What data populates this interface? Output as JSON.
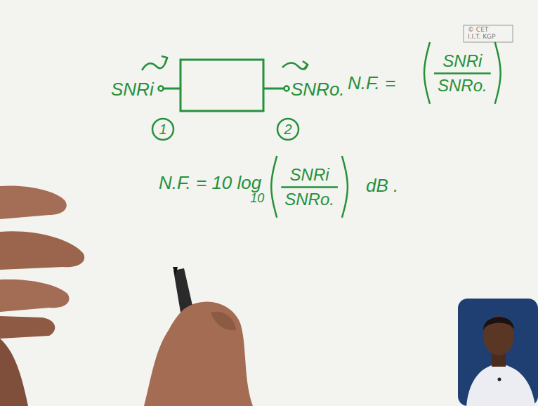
{
  "diagram": {
    "labels": [
      "SNRi",
      "1",
      "SNRo.",
      "2",
      "N.F. =",
      "SNRi",
      "SNRo.",
      "N.F. = 10 log",
      "10",
      "SNRi",
      "SNRo.",
      "dB .",
      "© CET",
      "I.I.T. KGP"
    ]
  }
}
